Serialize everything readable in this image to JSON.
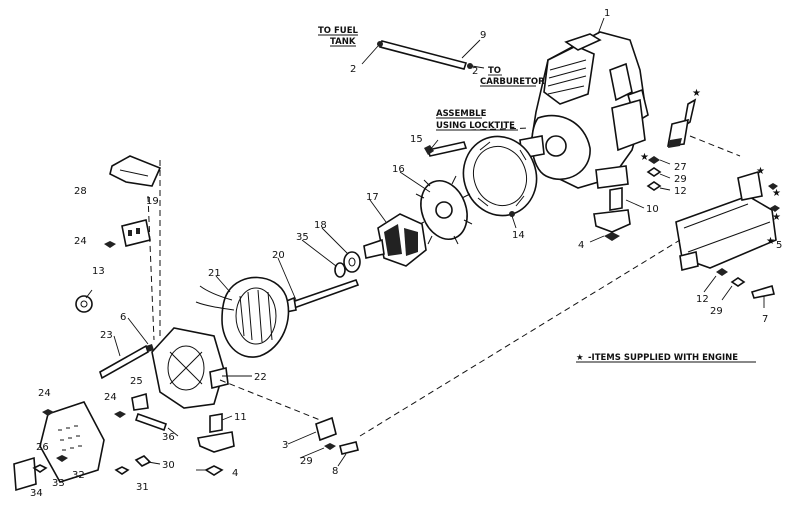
{
  "notes": {
    "fuel_tank_line1": "TO FUEL",
    "fuel_tank_line2": "TANK",
    "carburetor_line1": "TO",
    "carburetor_line2": "CARBURETOR",
    "assemble_line1": "ASSEMBLE",
    "assemble_line2": "USING LOCKTITE",
    "legend_star": "★",
    "legend_text": "-ITEMS SUPPLIED WITH ENGINE"
  },
  "callouts": {
    "c1": "1",
    "c2a": "2",
    "c2b": "2",
    "c3": "3",
    "c4a": "4",
    "c4b": "4",
    "c5": "5",
    "c6": "6",
    "c7": "7",
    "c8": "8",
    "c9": "9",
    "c10": "10",
    "c11": "11",
    "c12a": "12",
    "c12b": "12",
    "c13": "13",
    "c14": "14",
    "c15": "15",
    "c16": "16",
    "c17": "17",
    "c18": "18",
    "c19": "19",
    "c20": "20",
    "c21": "21",
    "c22": "22",
    "c23": "23",
    "c24a": "24",
    "c24b": "24",
    "c24c": "24",
    "c25": "25",
    "c26": "26",
    "c27": "27",
    "c28": "28",
    "c29a": "29",
    "c29b": "29",
    "c29c": "29",
    "c30": "30",
    "c31": "31",
    "c32": "32",
    "c33": "33",
    "c34": "34",
    "c35": "35",
    "c36": "36"
  },
  "stars": {
    "s1": "★",
    "s2": "★",
    "s3": "★",
    "s4": "★",
    "s5": "★",
    "s6": "★"
  }
}
